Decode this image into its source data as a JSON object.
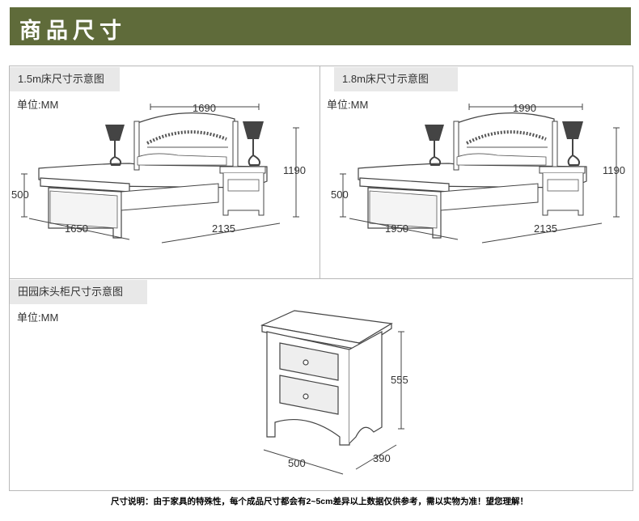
{
  "header": {
    "title": "商品尺寸"
  },
  "panels": {
    "bed15": {
      "title": "1.5m床尺寸示意图",
      "unit": "单位:MM",
      "width_top": "1690",
      "height_total": "1190",
      "height_side": "500",
      "length_bottom": "1650",
      "depth": "2135"
    },
    "bed18": {
      "title": "1.8m床尺寸示意图",
      "unit": "单位:MM",
      "width_top": "1990",
      "height_total": "1190",
      "height_side": "500",
      "length_bottom": "1950",
      "depth": "2135"
    },
    "nightstand": {
      "title": "田园床头柜尺寸示意图",
      "unit": "单位:MM",
      "height": "555",
      "width": "500",
      "depth": "390"
    }
  },
  "footnote": {
    "label": "尺寸说明：",
    "text": "由于家具的特殊性，每个成品尺寸都会有2~5cm差异以上数据仅供参考，需以实物为准！望您理解！"
  }
}
